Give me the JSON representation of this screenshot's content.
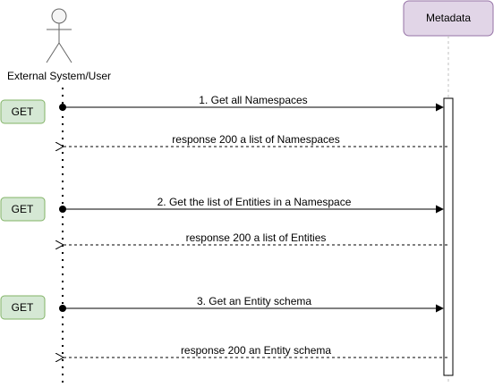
{
  "actors": {
    "external": {
      "label": "External System/User"
    },
    "metadata": {
      "label": "Metadata"
    }
  },
  "badges": [
    "GET",
    "GET",
    "GET"
  ],
  "messages": [
    {
      "label": "1. Get all Namespaces",
      "kind": "request"
    },
    {
      "label": "response 200 a list of Namespaces",
      "kind": "response"
    },
    {
      "label": "2. Get the list of Entities in a Namespace",
      "kind": "request"
    },
    {
      "label": "response 200 a list of Entities",
      "kind": "response"
    },
    {
      "label": "3. Get an Entity schema",
      "kind": "request"
    },
    {
      "label": "response 200 an Entity schema",
      "kind": "response"
    }
  ],
  "colors": {
    "badge_fill": "#d5e8d4",
    "badge_stroke": "#82b366",
    "metadata_fill": "#e1d5e7",
    "metadata_stroke": "#9673a6",
    "actor_stroke": "#666666",
    "actor_fill": "#f5f5f5",
    "lifeline": "#000000",
    "dashed_lifeline": "#c0c0c0"
  }
}
